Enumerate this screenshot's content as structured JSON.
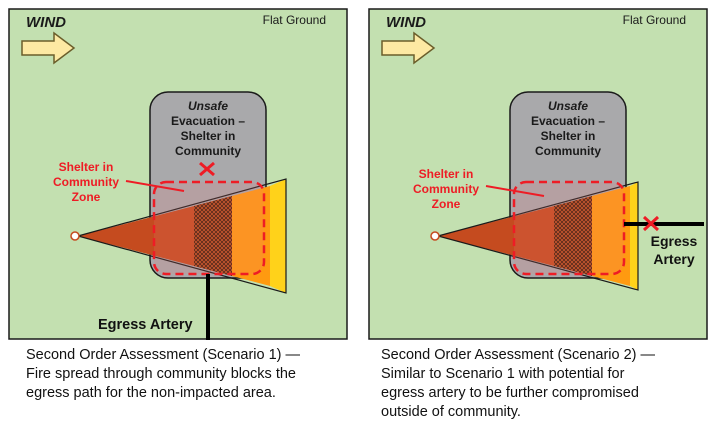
{
  "colors": {
    "ground": "#c3e0b0",
    "border": "#1a1a1a",
    "community_fill": "#a9a9ab",
    "arrow_fill": "#fde9a3",
    "arrow_stroke": "#6b5e2b",
    "fire_dark": "#c54b1f",
    "fire_mid": "#e2481a",
    "fire_light": "#ff9a10",
    "fire_front": "#ffd21a",
    "alert_red": "#ee1c25",
    "artery": "#000000"
  },
  "panels": [
    {
      "wind_label": "WIND",
      "ground_label": "Flat Ground",
      "community_label_line1": "Unsafe",
      "community_label_line2": "Evacuation –",
      "community_label_line3": "Shelter in",
      "community_label_line4": "Community",
      "zone_label_line1": "Shelter in",
      "zone_label_line2": "Community",
      "zone_label_line3": "Zone",
      "artery_label": "Egress Artery",
      "caption_line1": "Second Order Assessment (Scenario 1) —",
      "caption_line2": "Fire spread through community blocks the",
      "caption_line3": "egress path for the non-impacted area.",
      "caption_line4": ""
    },
    {
      "wind_label": "WIND",
      "ground_label": "Flat Ground",
      "community_label_line1": "Unsafe",
      "community_label_line2": "Evacuation –",
      "community_label_line3": "Shelter in",
      "community_label_line4": "Community",
      "zone_label_line1": "Shelter in",
      "zone_label_line2": "Community",
      "zone_label_line3": "Zone",
      "artery_label_line1": "Egress",
      "artery_label_line2": "Artery",
      "caption_line1": "Second Order Assessment (Scenario 2) —",
      "caption_line2": "Similar to Scenario 1 with potential for",
      "caption_line3": "egress artery to be further compromised",
      "caption_line4": "outside of community."
    }
  ]
}
